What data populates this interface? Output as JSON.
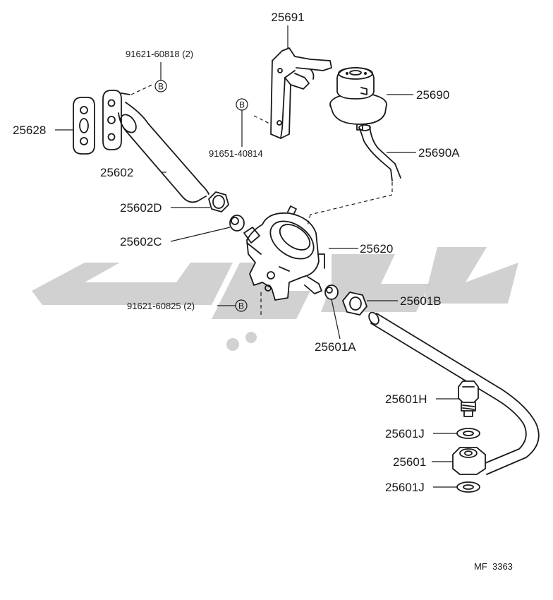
{
  "parts": {
    "p25691": "25691",
    "p25690": "25690",
    "p25690A": "25690A",
    "p91621_60818": "91621-60818 (2)",
    "p91651_40814": "91651-40814",
    "p25628": "25628",
    "p25602": "25602",
    "p25602D": "25602D",
    "p25602C": "25602C",
    "p25620": "25620",
    "p91621_60825": "91621-60825 (2)",
    "p25601B": "25601B",
    "p25601A": "25601A",
    "p25601H": "25601H",
    "p25601J_top": "25601J",
    "p25601": "25601",
    "p25601J_bottom": "25601J"
  },
  "callout_letter": "B",
  "figure_code": "MF  3363",
  "colors": {
    "ink": "#1a1a1a",
    "watermark": "#c9c9c9",
    "background": "#ffffff"
  }
}
